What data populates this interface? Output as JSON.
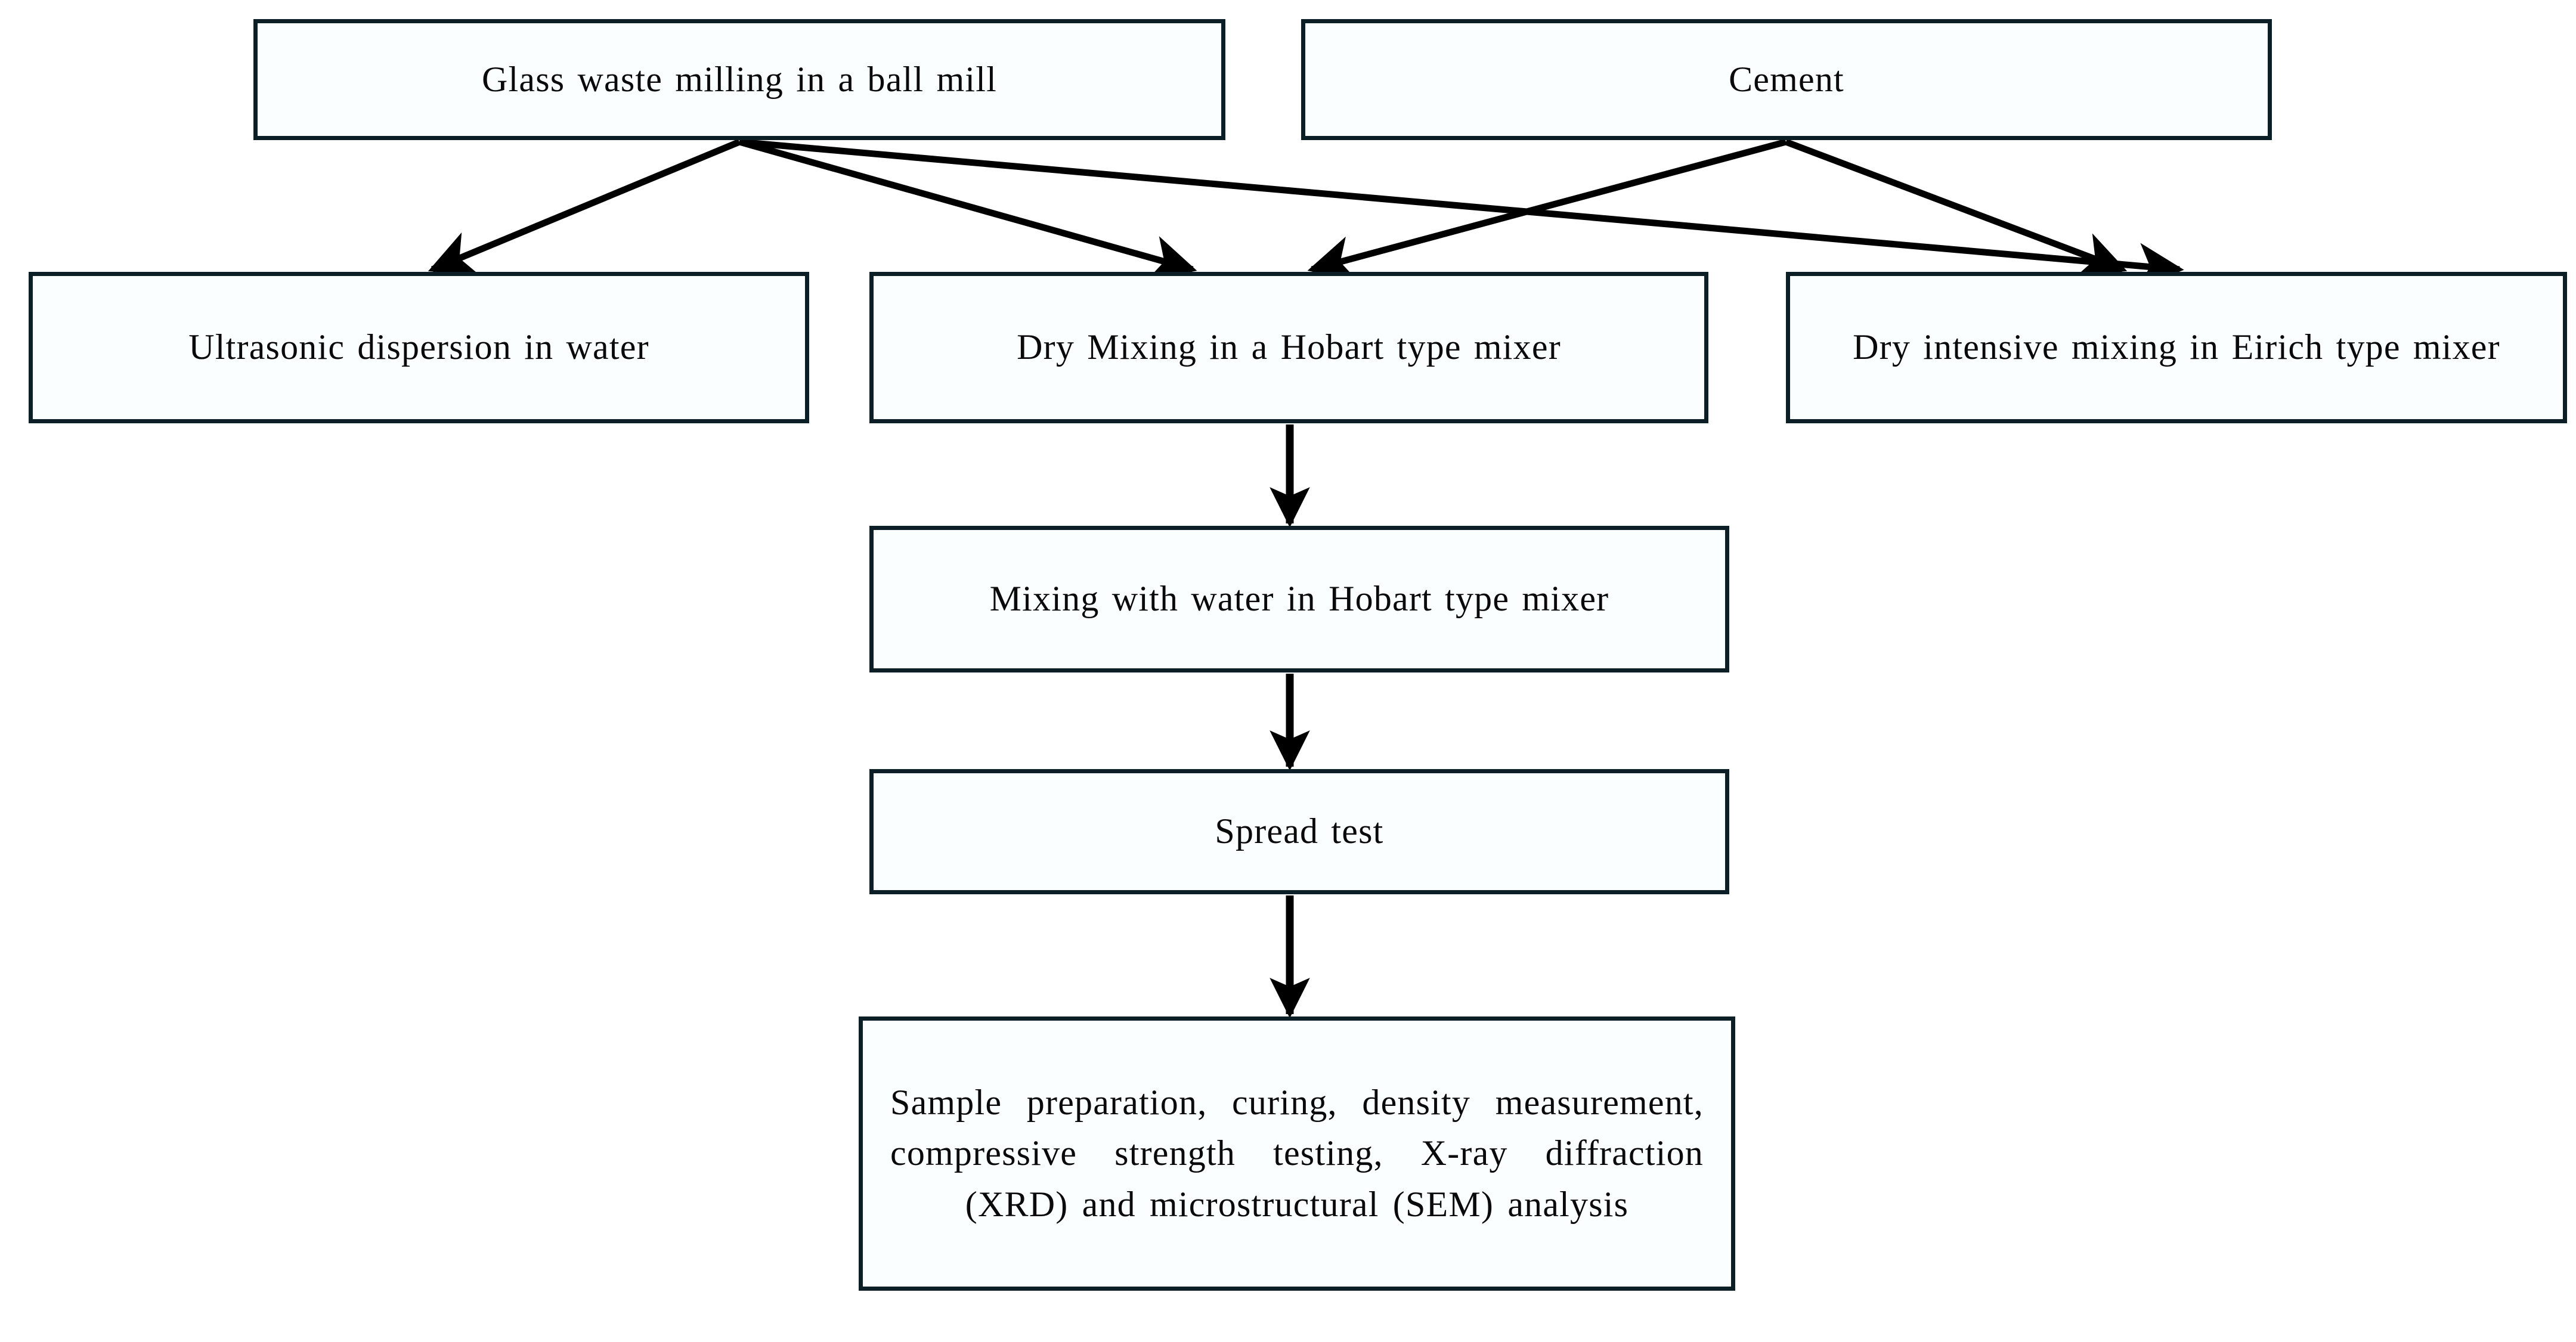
{
  "diagram": {
    "type": "flowchart",
    "orientation": "top-to-bottom",
    "background_color": "#ffffff",
    "box_border_color": "#0d1f26",
    "box_fill_color": "#fbfeff",
    "text_color": "#0a0a0a",
    "arrow_color": "#000000",
    "nodes": [
      {
        "id": "glass",
        "label": "Glass waste milling in a ball mill",
        "row": 1
      },
      {
        "id": "cement",
        "label": "Cement",
        "row": 1
      },
      {
        "id": "ultrasonic",
        "label": "Ultrasonic dispersion in water",
        "row": 2
      },
      {
        "id": "drymix",
        "label": "Dry Mixing in a Hobart type mixer",
        "row": 2
      },
      {
        "id": "eirich",
        "label": "Dry intensive mixing in Eirich type mixer",
        "row": 2
      },
      {
        "id": "mixwater",
        "label": "Mixing with water in Hobart type mixer",
        "row": 3
      },
      {
        "id": "spread",
        "label": "Spread test",
        "row": 4
      },
      {
        "id": "sample",
        "label": "Sample preparation, curing, density measurement, compressive strength testing, X-ray diffraction (XRD) and microstructural (SEM) analysis",
        "row": 5
      }
    ],
    "edges": [
      {
        "from": "glass",
        "to": "ultrasonic",
        "arrowhead": true
      },
      {
        "from": "glass",
        "to": "drymix",
        "arrowhead": true
      },
      {
        "from": "glass",
        "to": "eirich",
        "arrowhead": true
      },
      {
        "from": "cement",
        "to": "drymix",
        "arrowhead": true
      },
      {
        "from": "cement",
        "to": "eirich",
        "arrowhead": true
      },
      {
        "from": "drymix",
        "to": "mixwater",
        "arrowhead": true
      },
      {
        "from": "mixwater",
        "to": "spread",
        "arrowhead": true
      },
      {
        "from": "spread",
        "to": "sample",
        "arrowhead": true
      }
    ]
  }
}
